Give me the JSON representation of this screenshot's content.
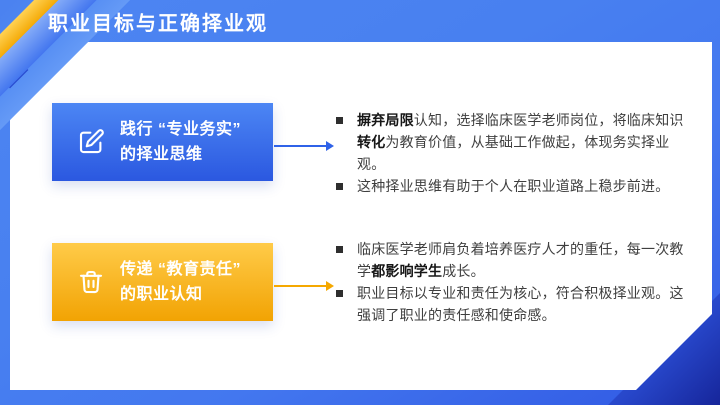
{
  "slide_title": "职业目标与正确择业观",
  "theme": {
    "header_blue": "#4B82F0",
    "panel_white": "#FFFFFF",
    "accent_blue": "#2F62E8",
    "accent_yellow": "#F5A800",
    "ribbon_yellow": "#F3A600",
    "text_dark": "#3F3F3F"
  },
  "rows": [
    {
      "card": {
        "icon": "edit-pencil-icon",
        "line1": "践行 “专业务实”",
        "line2": "的择业思维",
        "gradient_top": "#4C86F4",
        "gradient_bottom": "#2B58E0"
      },
      "arrow_color": "#2F62E8",
      "bullets": [
        {
          "segments": [
            {
              "text": "摒弃局限",
              "bold": true
            },
            {
              "text": "认知，选择临床医学老师岗位，将临床知识",
              "bold": false
            },
            {
              "text": "转化",
              "bold": true
            },
            {
              "text": "为教育价值，从基础工作做起，体现务实择业观。",
              "bold": false
            }
          ]
        },
        {
          "segments": [
            {
              "text": "这种择业思维有助于个人在职业道路上稳步前进。",
              "bold": false
            }
          ]
        }
      ]
    },
    {
      "card": {
        "icon": "trash-icon",
        "line1": "传递 “教育责任”",
        "line2": "的职业认知",
        "gradient_top": "#FFCB49",
        "gradient_bottom": "#F2A303"
      },
      "arrow_color": "#F5A800",
      "bullets": [
        {
          "segments": [
            {
              "text": "临床医学老师肩负着培养医疗人才的重任，每一次教学",
              "bold": false
            },
            {
              "text": "都影响学生",
              "bold": true
            },
            {
              "text": "成长。",
              "bold": false
            }
          ]
        },
        {
          "segments": [
            {
              "text": "职业目标以专业和责任为核心，符合积极择业观。这强调了职业的责任感和使命感。",
              "bold": false
            }
          ]
        }
      ]
    }
  ]
}
